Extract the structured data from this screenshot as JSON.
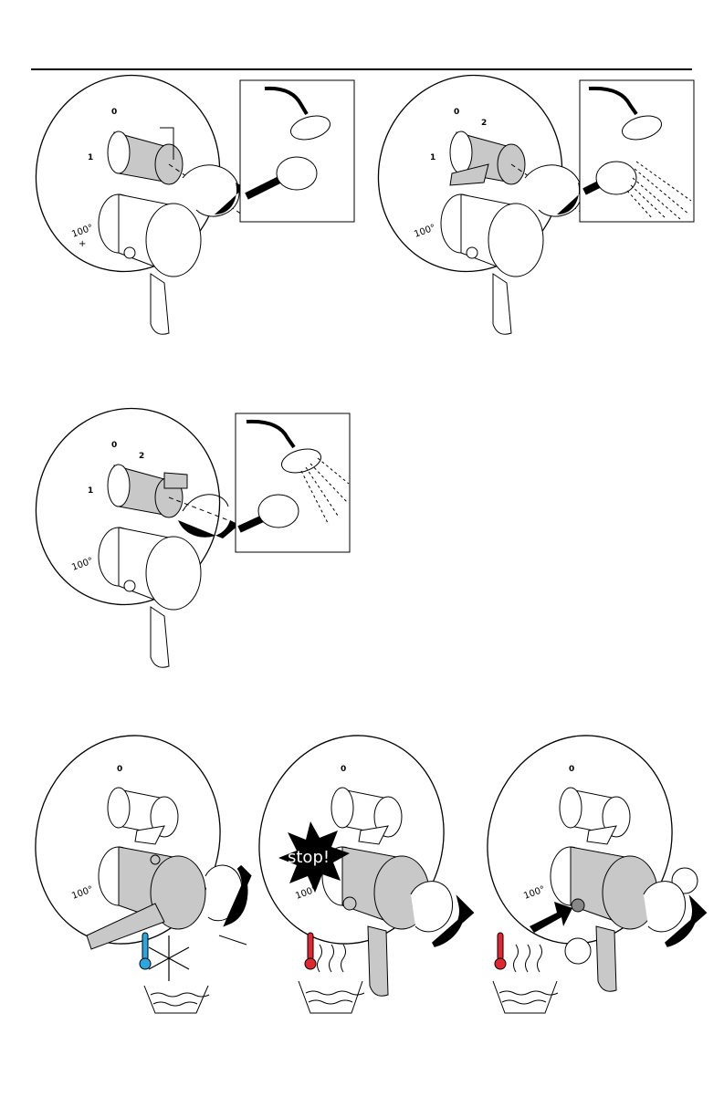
{
  "dial_marks": {
    "off": "0",
    "pos1": "1",
    "pos2": "2"
  },
  "temp_mark": "100°",
  "stop_label": "stop!",
  "colors": {
    "gray": "#c8c8c8",
    "cold": "#2aa7e0",
    "hot": "#e3262f",
    "ink": "#000000"
  },
  "icons": [
    "shower-head-icon",
    "hand-shower-icon",
    "rotate-arrow-icon",
    "thermometer-icon",
    "snowflake-icon",
    "water-bath-icon",
    "push-arrow-icon",
    "stop-burst-icon"
  ]
}
